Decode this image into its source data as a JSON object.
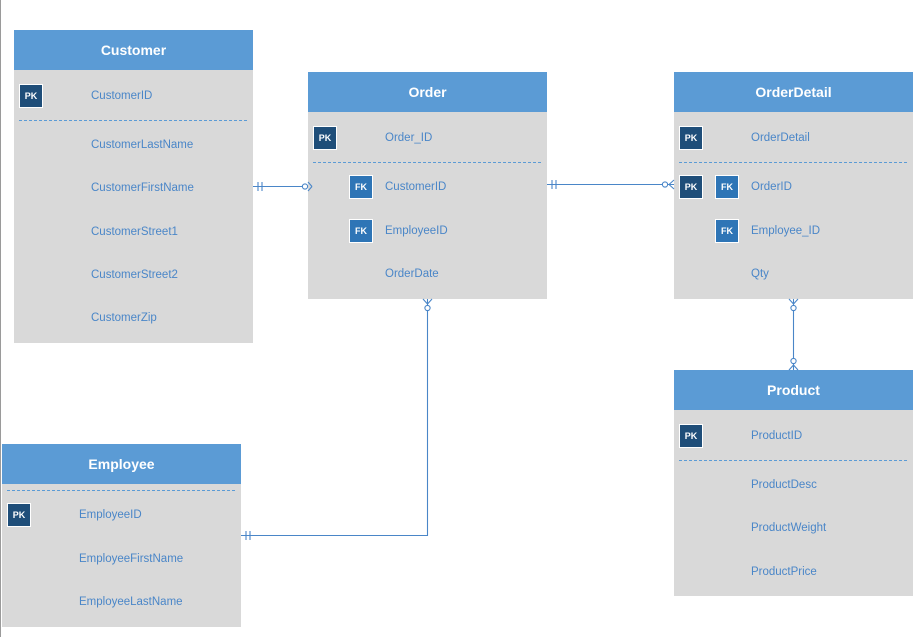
{
  "entities": {
    "customer": {
      "title": "Customer",
      "key_badge": "PK",
      "key_field": "CustomerID",
      "fields": [
        "CustomerLastName",
        "CustomerFirstName",
        "CustomerStreet1",
        "CustomerStreet2",
        "CustomerZip"
      ]
    },
    "order": {
      "title": "Order",
      "key_badge": "PK",
      "key_field": "Order_ID",
      "fk_badge_1": "FK",
      "fk_field_1": "CustomerID",
      "fk_badge_2": "FK",
      "fk_field_2": "EmployeeID",
      "field_3": "OrderDate"
    },
    "orderdetail": {
      "title": "OrderDetail",
      "key_badge": "PK",
      "key_field": "OrderDetail",
      "pk_badge_1": "PK",
      "fk_badge_1": "FK",
      "fk_field_1": "OrderID",
      "fk_badge_2": "FK",
      "fk_field_2": "Employee_ID",
      "field_3": "Qty"
    },
    "product": {
      "title": "Product",
      "key_badge": "PK",
      "key_field": "ProductID",
      "fields": [
        "ProductDesc",
        "ProductWeight",
        "ProductPrice"
      ]
    },
    "employee": {
      "title": "Employee",
      "key_badge": "PK",
      "key_field": "EmployeeID",
      "fields": [
        "EmployeeFirstName",
        "EmployeeLastName"
      ]
    }
  },
  "relationships": [
    {
      "from": "Customer",
      "to": "Order",
      "from_cardinality": "one-and-only-one",
      "to_cardinality": "zero-or-many"
    },
    {
      "from": "Order",
      "to": "OrderDetail",
      "from_cardinality": "one-and-only-one",
      "to_cardinality": "zero-or-many"
    },
    {
      "from": "OrderDetail",
      "to": "Product",
      "from_cardinality": "zero-or-many",
      "to_cardinality": "zero-or-many"
    },
    {
      "from": "Employee",
      "to": "Order",
      "from_cardinality": "one-and-only-one",
      "to_cardinality": "zero-or-many"
    }
  ],
  "colors": {
    "header": "#5b9bd5",
    "body": "#d9d9d9",
    "pk_badge": "#1f4e79",
    "fk_badge": "#2e75b6",
    "field_text": "#4a86c8",
    "connector": "#4a86c8"
  }
}
